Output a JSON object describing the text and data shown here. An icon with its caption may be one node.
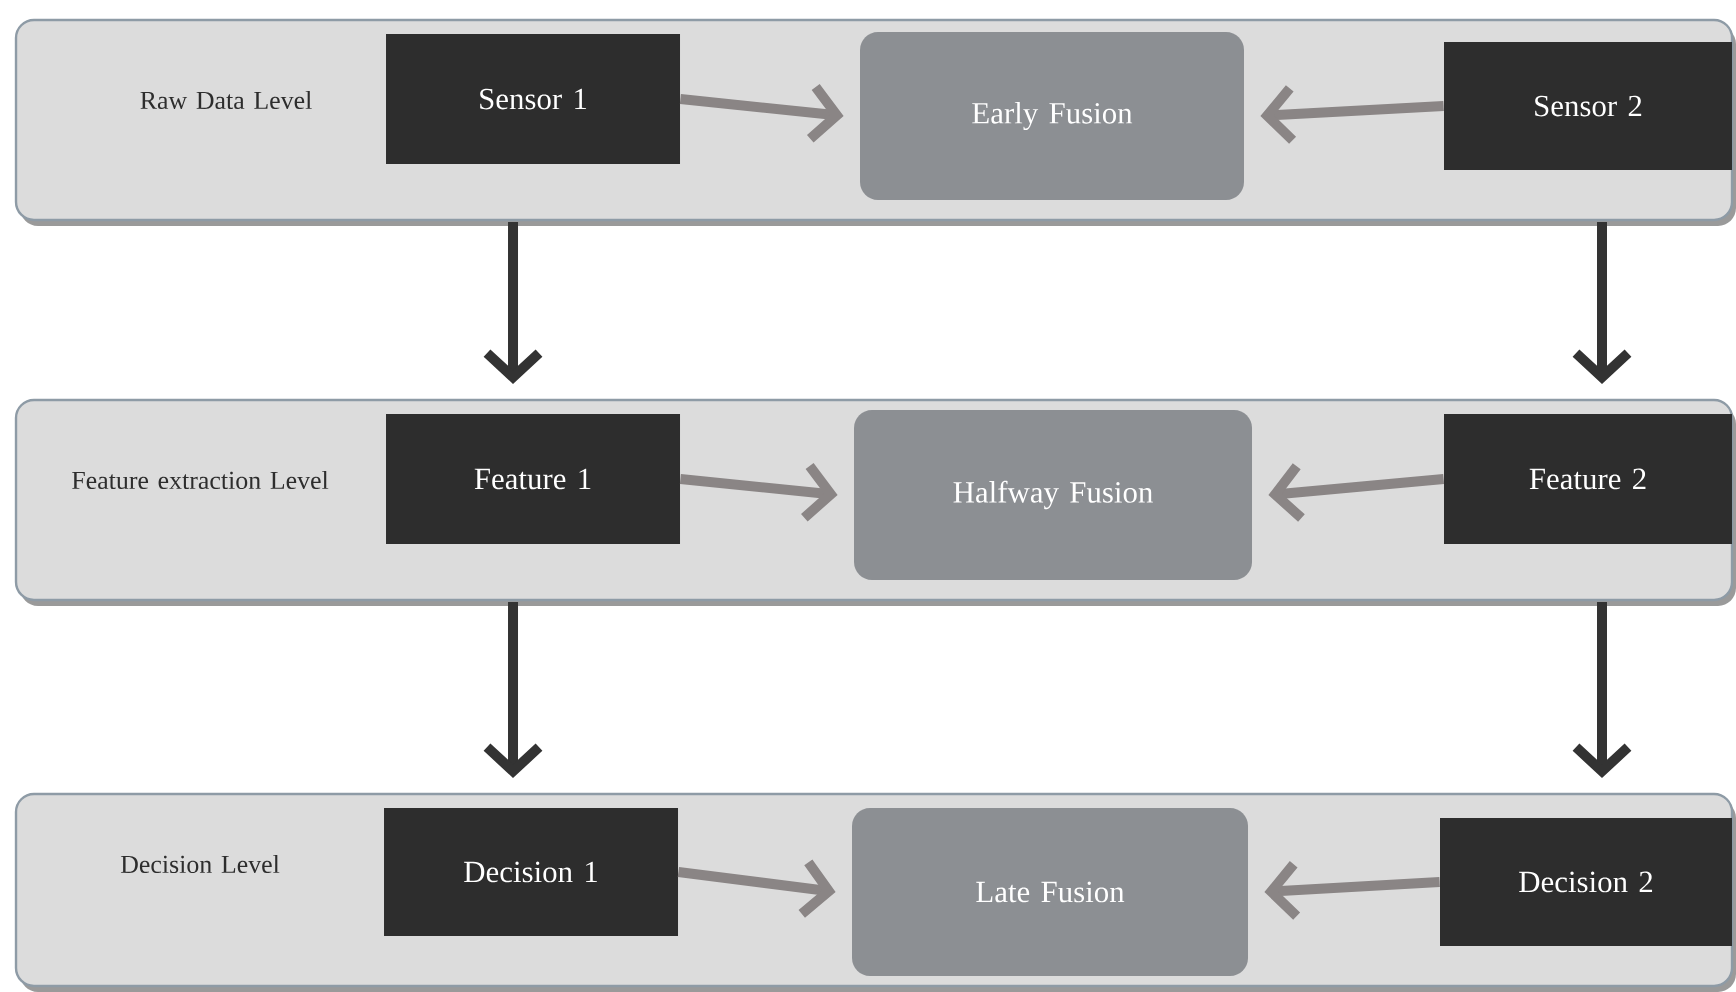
{
  "diagram": {
    "nodes": [
      {
        "text": [
          "Raw Data Level"
        ]
      },
      {
        "text": [
          "Sensor 1"
        ],
        "in": 0
      },
      {
        "text": [
          "Early Fusion"
        ],
        "in": 0
      },
      {
        "text": [
          "Sensor 2"
        ],
        "in": 0
      },
      {
        "text": [
          "Feature extraction Level"
        ]
      },
      {
        "text": [
          "Feature 1"
        ],
        "in": 4
      },
      {
        "text": [
          "Halfway Fusion"
        ],
        "in": 4
      },
      {
        "text": [
          "Feature 2"
        ],
        "in": 4
      },
      {
        "text": [
          "Decision Level"
        ]
      },
      {
        "text": [
          "Decision 1"
        ],
        "in": 8
      },
      {
        "text": [
          "Late Fusion"
        ],
        "in": 8
      },
      {
        "text": [
          "Decision 2"
        ],
        "in": 8
      }
    ],
    "edges": [
      {
        "from": 1,
        "to": 2,
        "arrow": "to"
      },
      {
        "from": 3,
        "to": 2,
        "arrow": "to"
      },
      {
        "from": 1,
        "to": 5,
        "arrow": "to",
        "color": "#333333"
      },
      {
        "from": 3,
        "to": 7,
        "arrow": "to",
        "color": "#333333"
      },
      {
        "from": 5,
        "to": 6,
        "arrow": "to"
      },
      {
        "from": 7,
        "to": 6,
        "arrow": "to"
      },
      {
        "from": 5,
        "to": 9,
        "arrow": "to",
        "color": "#333333"
      },
      {
        "from": 7,
        "to": 11,
        "arrow": "to",
        "color": "#333333"
      },
      {
        "from": 9,
        "to": 10,
        "arrow": "to"
      },
      {
        "from": 11,
        "to": 10,
        "arrow": "to"
      }
    ]
  }
}
